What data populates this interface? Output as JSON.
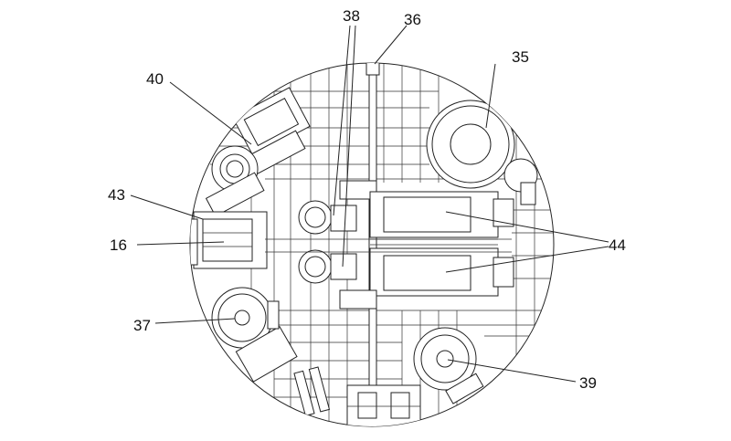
{
  "diagram": {
    "labels": {
      "l35": "35",
      "l36": "36",
      "l38": "38",
      "l40": "40",
      "l43": "43",
      "l16": "16",
      "l44": "44",
      "l37": "37",
      "l39": "39"
    },
    "colors": {
      "stroke": "#222222",
      "background": "#ffffff"
    }
  }
}
